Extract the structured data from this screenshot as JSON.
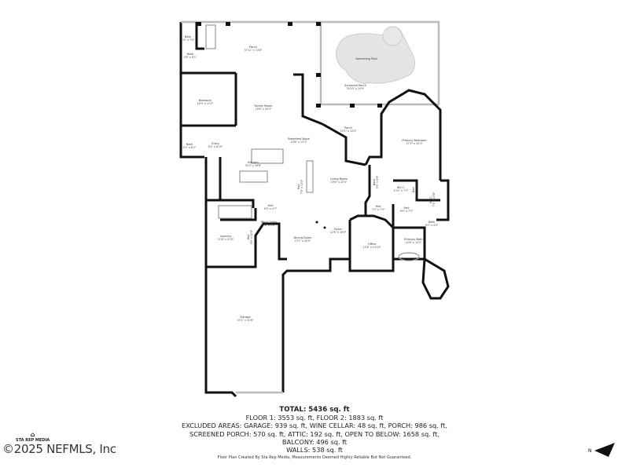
{
  "rooms": [
    {
      "name": "Bath",
      "dim": "5'5\" x 7'0\""
    },
    {
      "name": "Bath",
      "dim": "5'8\" x 8'1\""
    },
    {
      "name": "Porch",
      "dim": "37'11\" x 13'8\""
    },
    {
      "name": "Swimming Pool",
      "dim": ""
    },
    {
      "name": "Screened Porch",
      "dim": "35'10\" x 24'9\""
    },
    {
      "name": "Bedroom",
      "dim": "14'0\" x 17'2\""
    },
    {
      "name": "Family Room",
      "dim": "19'6\" x 24'3\""
    },
    {
      "name": "Porch",
      "dim": "19'1\" x 14'3\""
    },
    {
      "name": "Primary Bedroom",
      "dim": "17'3\" x 30'3\""
    },
    {
      "name": "Breakfast Nook",
      "dim": "13'8\" x 13'3\""
    },
    {
      "name": "Bath",
      "dim": "4'2\" x 8'2\""
    },
    {
      "name": "Entry",
      "dim": "8'2\" x 8'10\""
    },
    {
      "name": "Kitchen",
      "dim": "32'0\" x 19'6\""
    },
    {
      "name": "Hall",
      "dim": "7'3\" x 13'3\""
    },
    {
      "name": "Living Room",
      "dim": "19'6\" x 23'4\""
    },
    {
      "name": "Bath",
      "dim": "5'5\" x 8'0\""
    },
    {
      "name": "W.I.C.",
      "dim": "4'11\" x 7'3\""
    },
    {
      "name": "Hall",
      "dim": "7'3\" x 11'0\""
    },
    {
      "name": "W.I.C.",
      "dim": "7'1\" x 13'6\""
    },
    {
      "name": "Hall",
      "dim": "7'0\" x 7'0\""
    },
    {
      "name": "Hall",
      "dim": "9'0\" x 7'3\""
    },
    {
      "name": "Bath",
      "dim": "9'0\" x 4'4\""
    },
    {
      "name": "Hall",
      "dim": "9'0\" x 4'7\""
    },
    {
      "name": "Wine Cellar",
      "dim": "7'8\" x 5'0\""
    },
    {
      "name": "Laundry",
      "dim": "11'8\" x 9'10\""
    },
    {
      "name": "Hall",
      "dim": "3'0\" x 10'0\""
    },
    {
      "name": "Foyer",
      "dim": "12'6\" x 18'0\""
    },
    {
      "name": "Dining Room",
      "dim": "13'7\" x 20'0\""
    },
    {
      "name": "Office",
      "dim": "11'8\" x 13'10\""
    },
    {
      "name": "Primary Bath",
      "dim": "14'6\" x 10'2\""
    },
    {
      "name": "Garage",
      "dim": "33'1\" x 41'6\""
    }
  ],
  "summary": {
    "total": "TOTAL: 5436 sq. ft",
    "floors": "FLOOR 1: 3553 sq. ft, FLOOR 2: 1883 sq. ft",
    "excluded_1": "EXCLUDED AREAS: GARAGE: 939 sq. ft, WINE CELLAR: 48 sq. ft, PORCH: 986 sq. ft,",
    "excluded_2": "SCREENED PORCH: 570 sq. ft, ATTIC: 192 sq. ft, OPEN TO BELOW: 1658 sq. ft,",
    "excluded_3": "BALCONY: 496 sq. ft",
    "walls": "WALLS: 538 sq. ft"
  },
  "credit": "Floor Plan Created By Sta Rep Media, Measurements Deemed Highly Reliable But Not Guaranteed.",
  "logo_text": "STA REP MEDIA",
  "watermark": "©2025 NEFMLS, Inc",
  "compass": "N"
}
